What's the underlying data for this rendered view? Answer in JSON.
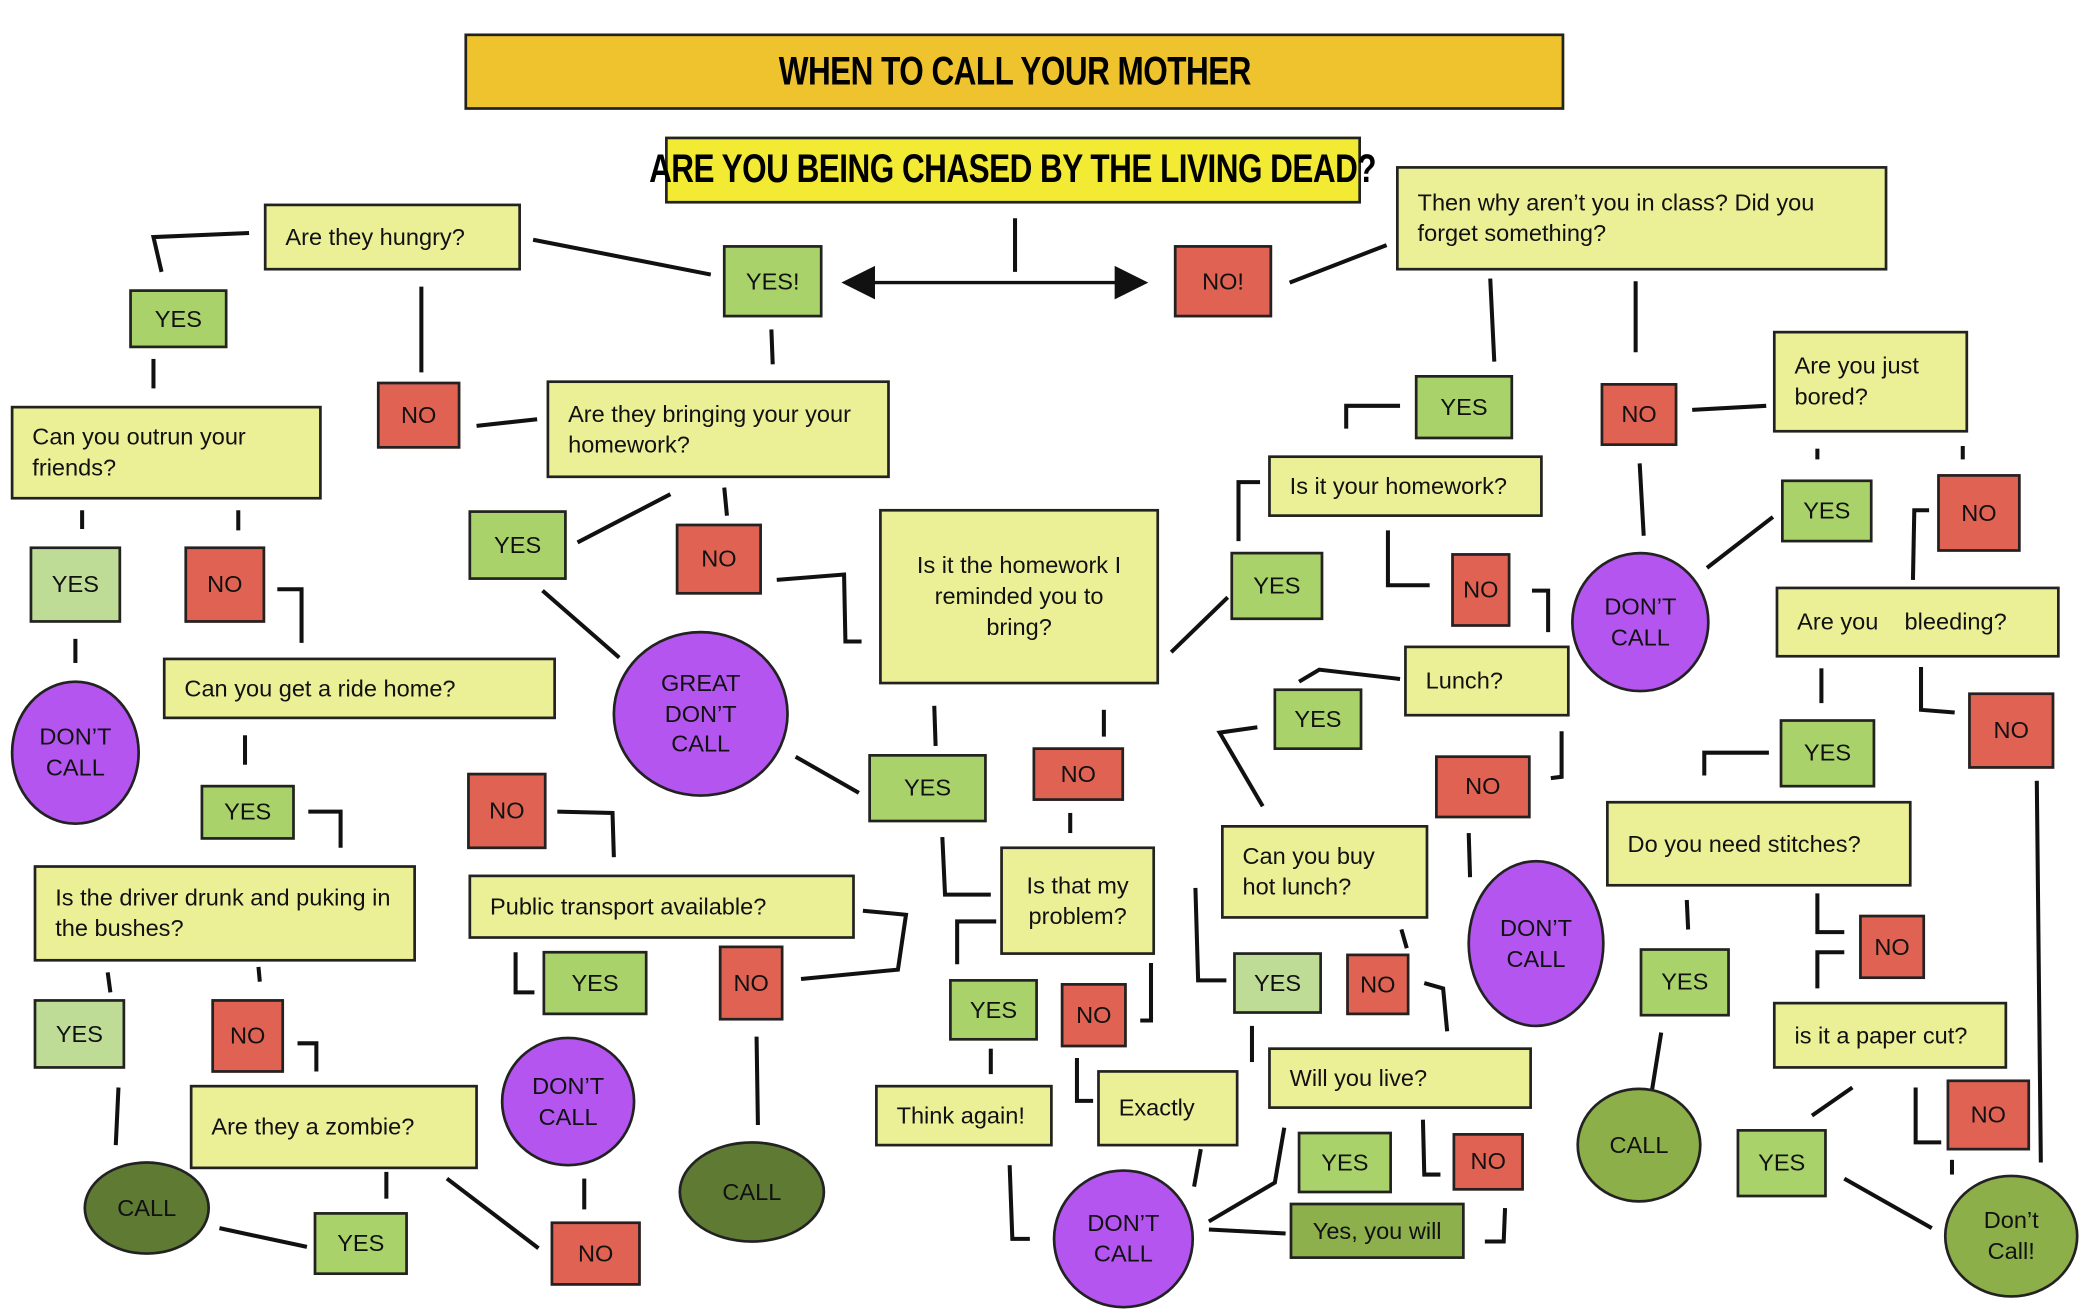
{
  "title": "WHEN TO CALL YOUR MOTHER",
  "subtitle": "ARE YOU BEING CHASED BY THE LIVING DEAD?",
  "colors": {
    "title": "#eec32e",
    "subtitle": "#f2ea33",
    "question": "#ebf096",
    "yes": "#a9d36a",
    "yes_light": "#bedc95",
    "no": "#e06253",
    "dont_call": "#b455f0",
    "call_dark": "#5e7a33",
    "call_light": "#8daf4a"
  },
  "nodes": [
    {
      "type": "q",
      "label": "Are they hungry?"
    },
    {
      "type": "yes",
      "label": "YES!"
    },
    {
      "type": "no",
      "label": "NO!"
    },
    {
      "type": "q",
      "label": "Then why aren’t you in class? Did you forget something?"
    },
    {
      "type": "yes",
      "label": "YES"
    },
    {
      "type": "q",
      "label": "Can you outrun your friends?"
    },
    {
      "type": "no",
      "label": "NO"
    },
    {
      "type": "q",
      "label": "Are they bringing your your homework?"
    },
    {
      "type": "yes",
      "label": "YES"
    },
    {
      "type": "no",
      "label": "NO"
    },
    {
      "type": "q center",
      "label": "Is it the homework I reminded you to bring?"
    },
    {
      "type": "yes",
      "label": "YES"
    },
    {
      "type": "no",
      "label": "NO"
    },
    {
      "type": "q",
      "label": "Are you just bored?"
    },
    {
      "type": "q",
      "label": "Is it your homework?"
    },
    {
      "type": "yes",
      "label": "YES"
    },
    {
      "type": "no",
      "label": "NO"
    },
    {
      "type": "yes-light",
      "label": "YES"
    },
    {
      "type": "no",
      "label": "NO"
    },
    {
      "type": "yes",
      "label": "YES"
    },
    {
      "type": "no",
      "label": "NO"
    },
    {
      "type": "dc",
      "label": "DON’T CALL"
    },
    {
      "type": "q",
      "label": "Are you    bleeding?"
    },
    {
      "type": "q",
      "label": "Can you get a ride home?"
    },
    {
      "type": "dc",
      "label": "GREAT DON’T CALL"
    },
    {
      "type": "q",
      "label": "Lunch?"
    },
    {
      "type": "dc",
      "label": "DON’T CALL"
    },
    {
      "type": "yes",
      "label": "YES"
    },
    {
      "type": "no",
      "label": "NO"
    },
    {
      "type": "yes",
      "label": "YES"
    },
    {
      "type": "yes",
      "label": "YES"
    },
    {
      "type": "no",
      "label": "NO"
    },
    {
      "type": "no",
      "label": "NO"
    },
    {
      "type": "yes",
      "label": "YES"
    },
    {
      "type": "no",
      "label": "NO"
    },
    {
      "type": "q",
      "label": "Do you need stitches?"
    },
    {
      "type": "q",
      "label": "Can you buy hot lunch?"
    },
    {
      "type": "q center",
      "label": "Is that my problem?"
    },
    {
      "type": "q",
      "label": "Is the driver drunk and puking in the bushes?"
    },
    {
      "type": "q",
      "label": "Public transport available?"
    },
    {
      "type": "dc",
      "label": "DON’T CALL"
    },
    {
      "type": "no",
      "label": "NO"
    },
    {
      "type": "yes",
      "label": "YES"
    },
    {
      "type": "no",
      "label": "NO"
    },
    {
      "type": "yes",
      "label": "YES"
    },
    {
      "type": "yes",
      "label": "YES"
    },
    {
      "type": "no",
      "label": "NO"
    },
    {
      "type": "yes-light",
      "label": "YES"
    },
    {
      "type": "no",
      "label": "NO"
    },
    {
      "type": "no",
      "label": "NO"
    },
    {
      "type": "yes-light",
      "label": "YES"
    },
    {
      "type": "q",
      "label": "is it a paper cut?"
    },
    {
      "type": "dc",
      "label": "DON’T CALL"
    },
    {
      "type": "q",
      "label": "Are they a zombie?"
    },
    {
      "type": "q",
      "label": "Think again!"
    },
    {
      "type": "q",
      "label": "Exactly"
    },
    {
      "type": "q",
      "label": "Will you live?"
    },
    {
      "type": "call-light",
      "label": "CALL"
    },
    {
      "type": "no",
      "label": "NO"
    },
    {
      "type": "yes",
      "label": "YES"
    },
    {
      "type": "call-dark",
      "label": "CALL"
    },
    {
      "type": "call-dark",
      "label": "CALL"
    },
    {
      "type": "yes",
      "label": "YES"
    },
    {
      "type": "no",
      "label": "NO"
    },
    {
      "type": "yes",
      "label": "YES"
    },
    {
      "type": "no",
      "label": "NO"
    },
    {
      "type": "dc",
      "label": "DON’T CALL"
    },
    {
      "type": "olive-box",
      "label": "Yes, you will"
    },
    {
      "type": "call-light",
      "label": "Don’t Call!"
    }
  ]
}
